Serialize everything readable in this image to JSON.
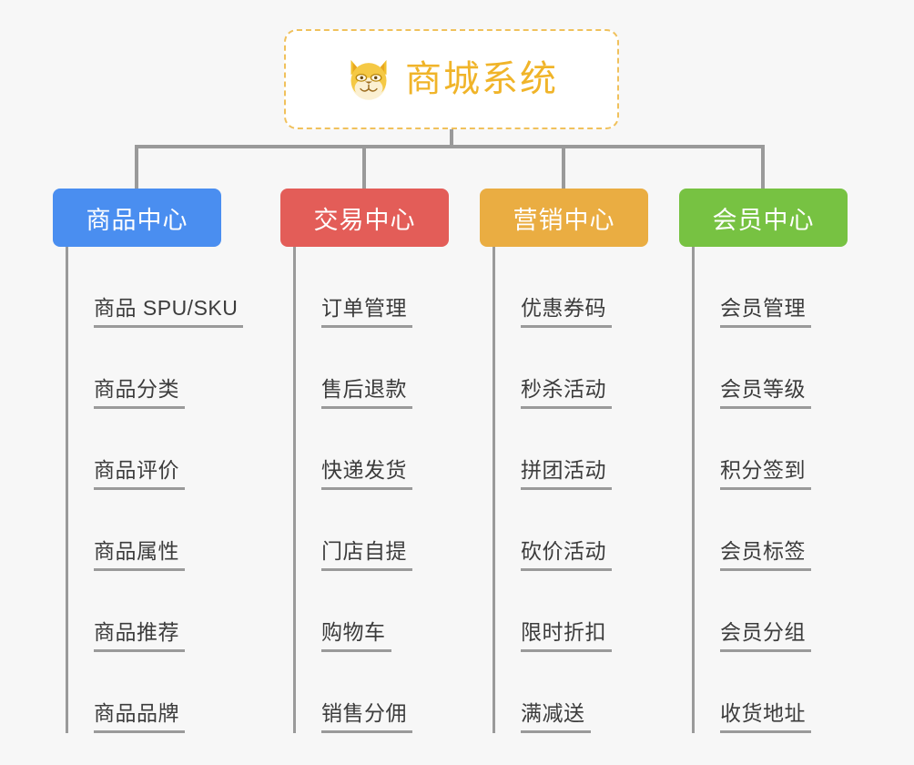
{
  "page": {
    "background_color": "#f7f7f7",
    "line_color": "#9a9a9a",
    "text_color": "#3c3c3c"
  },
  "root": {
    "title": "商城系统",
    "icon": "shiba-dog-icon",
    "text_color": "#f0b429",
    "border_color": "#f0c15c",
    "border_style": "dashed",
    "background_color": "#ffffff"
  },
  "categories": [
    {
      "label": "商品中心",
      "color": "#4a8ef0",
      "items": [
        "商品 SPU/SKU",
        "商品分类",
        "商品评价",
        "商品属性",
        "商品推荐",
        "商品品牌"
      ]
    },
    {
      "label": "交易中心",
      "color": "#e35d58",
      "items": [
        "订单管理",
        "售后退款",
        "快递发货",
        "门店自提",
        "购物车",
        "销售分佣"
      ]
    },
    {
      "label": "营销中心",
      "color": "#eaad42",
      "items": [
        "优惠券码",
        "秒杀活动",
        "拼团活动",
        "砍价活动",
        "限时折扣",
        "满减送"
      ]
    },
    {
      "label": "会员中心",
      "color": "#77c242",
      "items": [
        "会员管理",
        "会员等级",
        "积分签到",
        "会员标签",
        "会员分组",
        "收货地址"
      ]
    }
  ]
}
